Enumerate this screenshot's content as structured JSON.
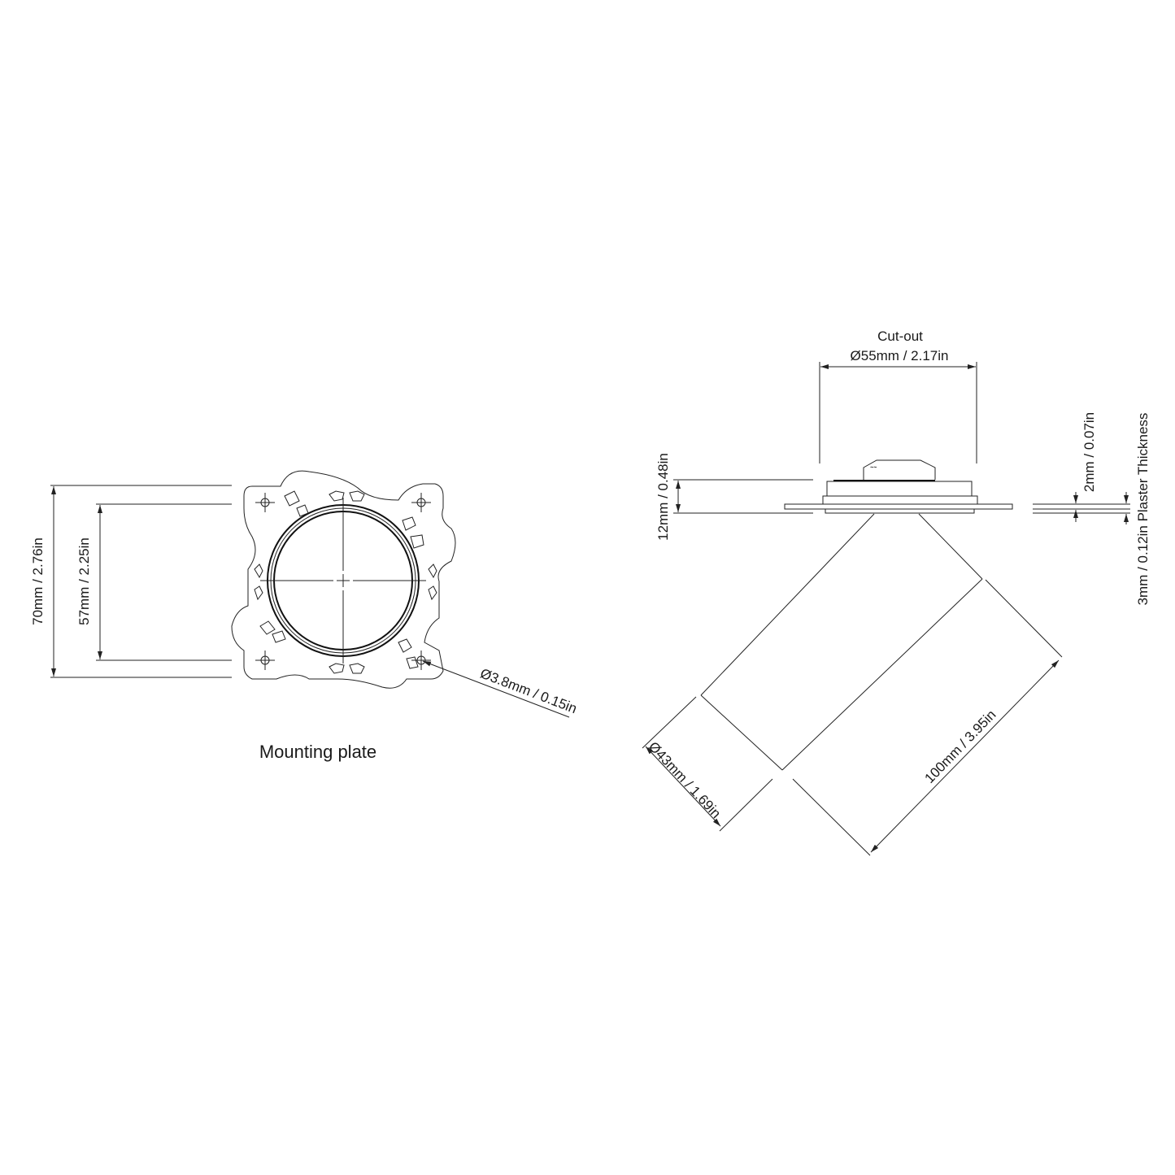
{
  "mounting_plate": {
    "caption": "Mounting plate",
    "outer_height": "70mm / 2.76in",
    "inner_height": "57mm / 2.25in",
    "hole_diameter": "Ø3.8mm / 0.15in"
  },
  "fixture": {
    "cutout_title": "Cut-out",
    "cutout_diameter": "Ø55mm / 2.17in",
    "flange_height": "12mm / 0.48in",
    "plate_thickness": "2mm / 0.07in",
    "plaster_thickness": "3mm / 0.12in Plaster Thickness",
    "body_diameter": "Ø43mm / 1.69in",
    "body_length": "100mm / 3.95in"
  },
  "colors": {
    "line": "#222222",
    "background": "#ffffff"
  }
}
